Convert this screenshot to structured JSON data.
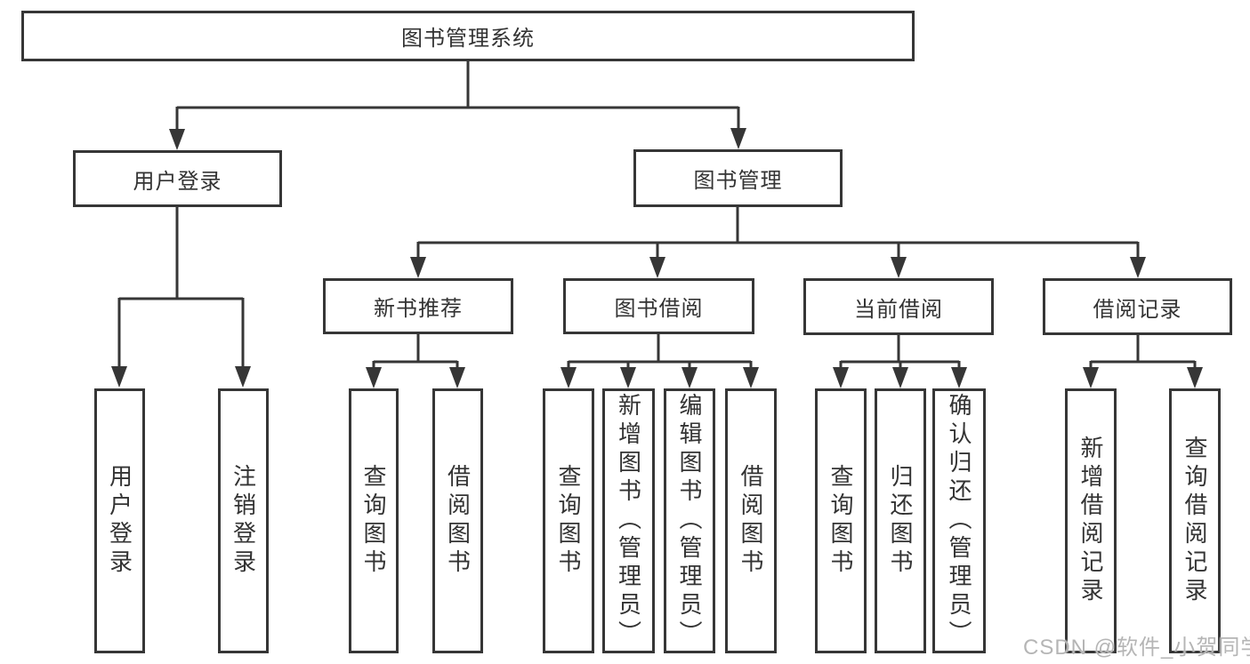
{
  "colors": {
    "line": "#363636",
    "text": "#333333",
    "background": "#ffffff",
    "watermark": "#b5b5b5"
  },
  "tree": {
    "label": "图书管理系统",
    "children": [
      {
        "label": "用户登录",
        "children": [
          {
            "label": "用户登录"
          },
          {
            "label": "注销登录"
          }
        ]
      },
      {
        "label": "图书管理",
        "children": [
          {
            "label": "新书推荐",
            "children": [
              {
                "label": "查询图书"
              },
              {
                "label": "借阅图书"
              }
            ]
          },
          {
            "label": "图书借阅",
            "children": [
              {
                "label": "查询图书"
              },
              {
                "label": "新增图书（管理员）"
              },
              {
                "label": "编辑图书（管理员）"
              },
              {
                "label": "借阅图书"
              }
            ]
          },
          {
            "label": "当前借阅",
            "children": [
              {
                "label": "查询图书"
              },
              {
                "label": "归还图书"
              },
              {
                "label": "确认归还（管理员）"
              }
            ]
          },
          {
            "label": "借阅记录",
            "children": [
              {
                "label": "新增借阅记录"
              },
              {
                "label": "查询借阅记录"
              }
            ]
          }
        ]
      }
    ]
  },
  "watermark": {
    "text": "CSDN @软件_小贺同学"
  }
}
